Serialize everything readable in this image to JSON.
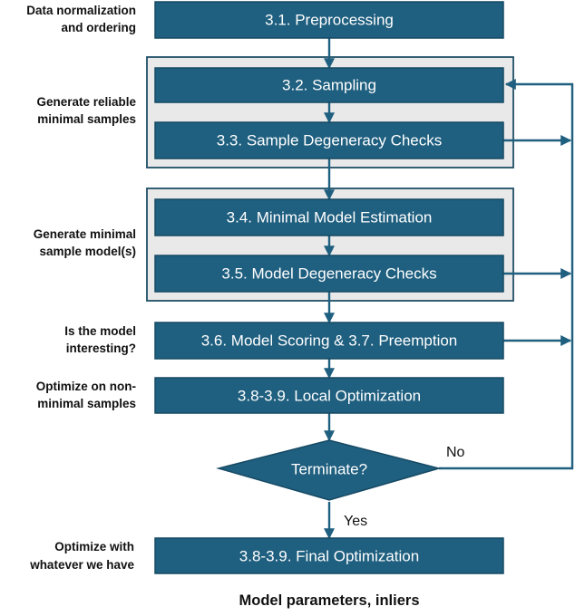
{
  "steps": {
    "preprocessing": "3.1. Preprocessing",
    "sampling": "3.2. Sampling",
    "sample_degeneracy": "3.3. Sample Degeneracy Checks",
    "minimal_model": "3.4. Minimal Model Estimation",
    "model_degeneracy": "3.5. Model Degeneracy Checks",
    "scoring": "3.6. Model Scoring & 3.7. Preemption",
    "local_opt": "3.8-3.9. Local Optimization",
    "terminate": "Terminate?",
    "final_opt": "3.8-3.9. Final Optimization"
  },
  "side_labels": {
    "preprocessing": [
      "Data normalization",
      "and ordering"
    ],
    "sampling": [
      "Generate reliable",
      "minimal samples"
    ],
    "model": [
      "Generate minimal",
      "sample model(s)"
    ],
    "scoring": [
      "Is the model",
      "interesting?"
    ],
    "local_opt": [
      "Optimize on non-",
      "minimal samples"
    ],
    "final_opt": [
      "Optimize with",
      "whatever we have"
    ]
  },
  "edge_labels": {
    "no": "No",
    "yes": "Yes"
  },
  "output": "Model parameters, inliers",
  "colors": {
    "node_fill": "#1f5f7f",
    "group_fill": "#e9e9e9",
    "edge": "#1f5f7f"
  }
}
